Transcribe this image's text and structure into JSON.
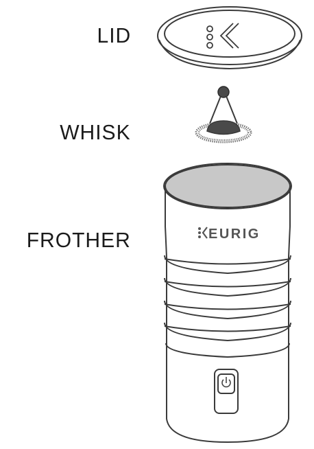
{
  "labels": {
    "lid": "LID",
    "whisk": "WHISK",
    "frother": "FROTHER"
  },
  "frother_brand": "EURIG",
  "colors": {
    "outline": "#3a3a3a",
    "interior": "#c8c8c8",
    "whisk_fill": "#4a4a4a"
  }
}
